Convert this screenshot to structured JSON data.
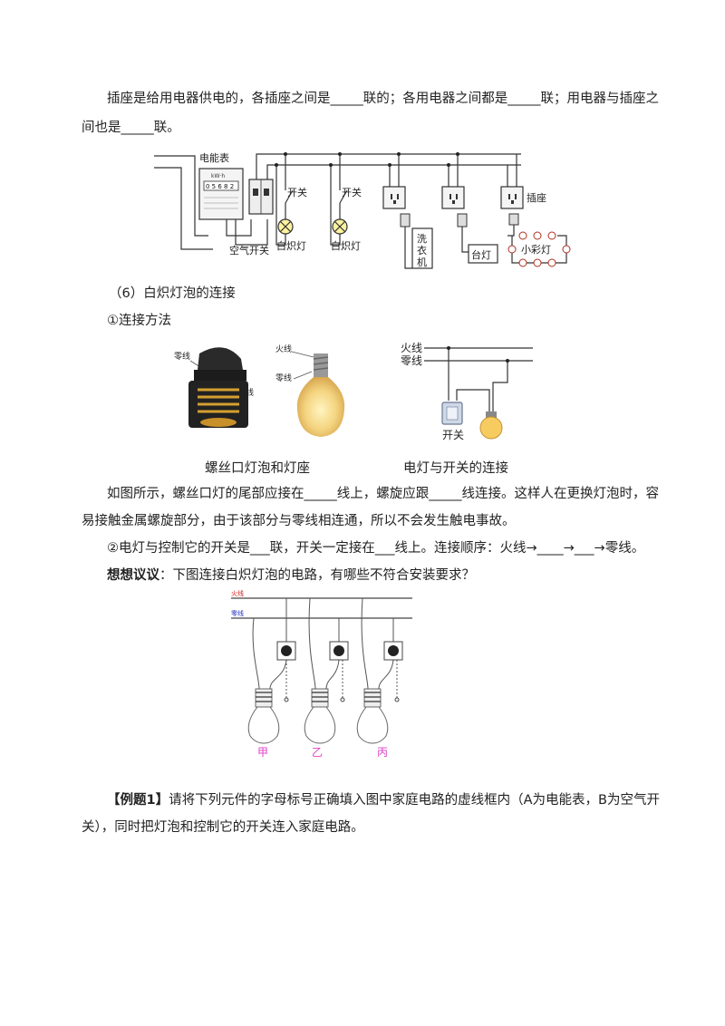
{
  "para1": {
    "line1": "插座是给用电器供电的，各插座之间是_____联的；各用电器之间都是_____联；用电器与插座之",
    "line2": "间也是_____联。"
  },
  "fig1": {
    "meter_title": "电能表",
    "meter_unit": "kW·h",
    "meter_digits": "0 5 6 8 2",
    "switch1_label": "开关",
    "switch2_label": "开关",
    "lamp1_label": "白炽灯",
    "lamp2_label": "白炽灯",
    "air_switch_label": "空气开关",
    "socket_label": "插座",
    "washer_label": [
      "洗",
      "衣",
      "机"
    ],
    "desk_lamp_label": "台灯",
    "mini_lights_label": "小彩灯"
  },
  "section6": {
    "heading": "（6）白炽灯泡的连接",
    "sub1": "①连接方法",
    "photo_labels": {
      "neutral": "零线",
      "live": "火线"
    },
    "bulb_labels": {
      "live": "火线",
      "neutral": "零线"
    },
    "diagram_labels": {
      "live": "火线",
      "neutral": "零线",
      "switch": "开关"
    },
    "caption_left": "螺丝口灯泡和灯座",
    "caption_right": "电灯与开关的连接"
  },
  "para2": {
    "line1": "如图所示，螺丝口灯的尾部应接在_____线上，螺旋应跟_____线连接。这样人在更换灯泡时，容",
    "line2": "易接触金属螺旋部分，由于该部分与零线相连通，所以不会发生触电事故。",
    "line3": "②电灯与控制它的开关是___联，开关一定接在___线上。连接顺序：火线→____→___→零线。"
  },
  "discussion": {
    "label": "想想议议",
    "text": "：下图连接白炽灯泡的电路，有哪些不符合安装要求？"
  },
  "fig3": {
    "live_label": "火线",
    "neutral_label": "零线",
    "lamp_labels": [
      "甲",
      "乙",
      "丙"
    ],
    "lamp_label_color": "#e040c8",
    "live_color": "#d62020",
    "neutral_color": "#2030c0"
  },
  "example": {
    "label": "【例题1】",
    "line1": "请将下列元件的字母标号正确填入图中家庭电路的虚线框内（A为电能表，B为空气开",
    "line2": "关），同时把灯泡和控制它的开关连入家庭电路。"
  }
}
